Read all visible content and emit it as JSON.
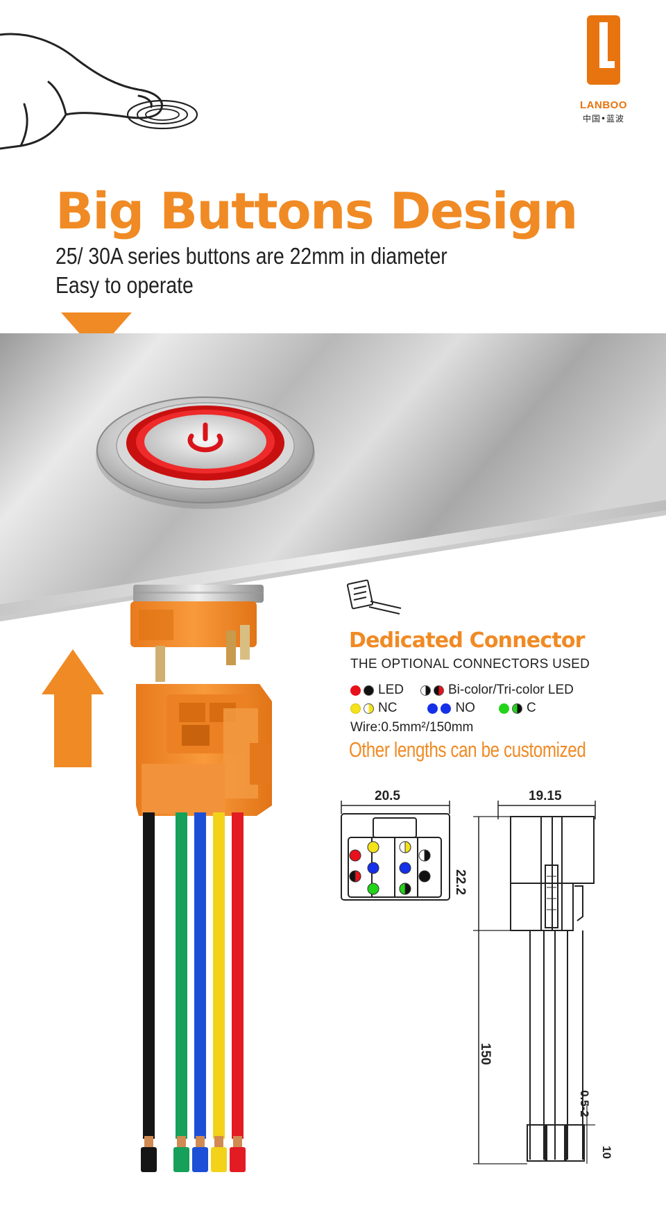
{
  "brand": {
    "name": "LANBOO",
    "name_cn": "中国•蓝波",
    "color": "#e8740f"
  },
  "headline": {
    "title": "Big Buttons Design",
    "line1": "25/ 30A series buttons are 22mm in diameter",
    "line2": "Easy to operate"
  },
  "connector": {
    "title": "Dedicated Connector",
    "subtitle": "THE OPTIONAL CONNECTORS USED",
    "legend": [
      {
        "label": "LED",
        "dots": [
          "red",
          "black"
        ]
      },
      {
        "label": "Bi-color/Tri-color LED",
        "dots": [
          "half-bw",
          "half-br"
        ]
      },
      {
        "label": "NC",
        "dots": [
          "yellow",
          "half-wy"
        ]
      },
      {
        "label": "NO",
        "dots": [
          "blue",
          "blue"
        ]
      },
      {
        "label": "C",
        "dots": [
          "green",
          "half-gb"
        ]
      }
    ],
    "wire_spec": "Wire:0.5mm²/150mm",
    "custom_note": "Other lengths can be customized"
  },
  "dimensions": {
    "front_width": "20.5",
    "side_width": "19.15",
    "side_height": "22.2",
    "wire_length": "150",
    "strip_range": "0.5-2",
    "strip_end": "10"
  },
  "colors": {
    "accent": "#f08a24",
    "orange_housing": "#f5902e",
    "wire_black": "#151515",
    "wire_green": "#16a05a",
    "wire_blue": "#1c4fd6",
    "wire_yellow": "#f2d31a",
    "wire_red": "#e31b23",
    "button_ring": "#e01a1a"
  }
}
